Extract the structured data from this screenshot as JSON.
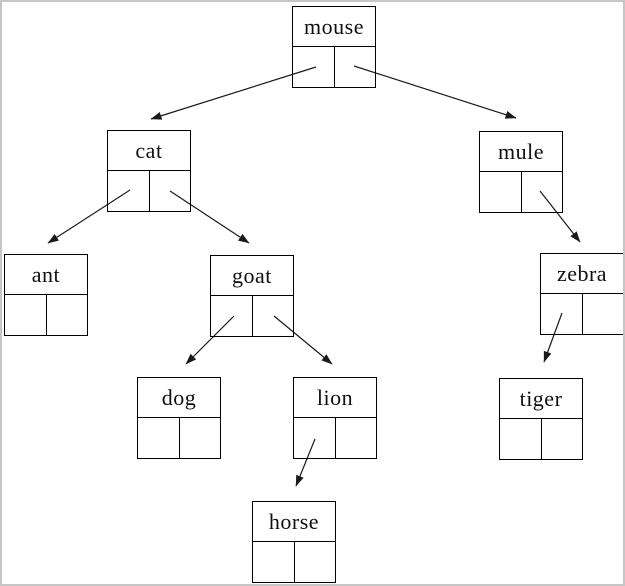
{
  "figure": {
    "diagram_type": "binary-search-tree",
    "colors": {
      "background": "#ffffff",
      "frame_border": "#c6c6c6",
      "node_border": "#000000",
      "arrow": "#1a1a1a"
    },
    "nodes": [
      {
        "id": "mouse",
        "label": "mouse"
      },
      {
        "id": "cat",
        "label": "cat"
      },
      {
        "id": "mule",
        "label": "mule"
      },
      {
        "id": "ant",
        "label": "ant"
      },
      {
        "id": "goat",
        "label": "goat"
      },
      {
        "id": "zebra",
        "label": "zebra"
      },
      {
        "id": "dog",
        "label": "dog"
      },
      {
        "id": "lion",
        "label": "lion"
      },
      {
        "id": "tiger",
        "label": "tiger"
      },
      {
        "id": "horse",
        "label": "horse"
      }
    ],
    "edges": [
      {
        "from": "mouse",
        "pointer": "left",
        "to": "cat"
      },
      {
        "from": "mouse",
        "pointer": "right",
        "to": "mule"
      },
      {
        "from": "cat",
        "pointer": "left",
        "to": "ant"
      },
      {
        "from": "cat",
        "pointer": "right",
        "to": "goat"
      },
      {
        "from": "goat",
        "pointer": "left",
        "to": "dog"
      },
      {
        "from": "goat",
        "pointer": "right",
        "to": "lion"
      },
      {
        "from": "mule",
        "pointer": "right",
        "to": "zebra"
      },
      {
        "from": "zebra",
        "pointer": "left",
        "to": "tiger"
      },
      {
        "from": "lion",
        "pointer": "left",
        "to": "horse"
      }
    ]
  }
}
